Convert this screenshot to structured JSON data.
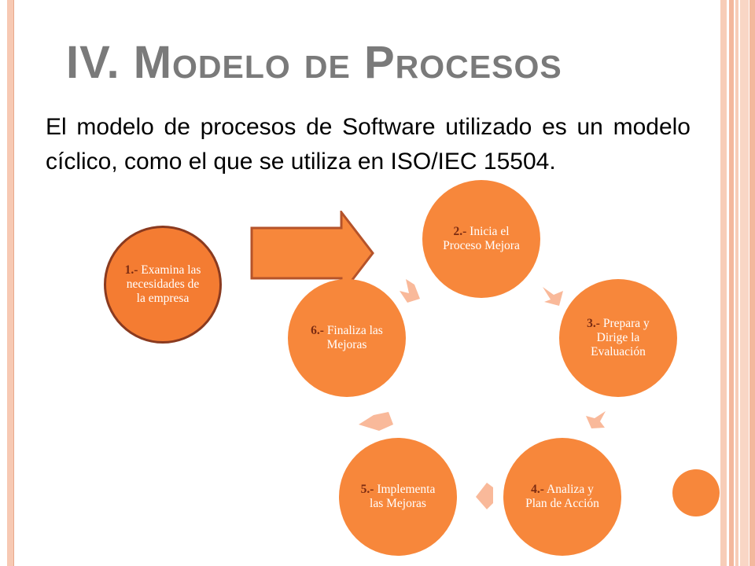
{
  "slide": {
    "title": "IV. Modelo de Procesos",
    "intro": "El modelo de procesos de Software utilizado es un modelo cíclico, como el que se utiliza en ISO/IEC 15504."
  },
  "steps": [
    {
      "num": "1.-",
      "text": "Examina las necesidades de la empresa"
    },
    {
      "num": "2.-",
      "text": "Inicia el Proceso Mejora"
    },
    {
      "num": "3.-",
      "text": "Prepara y Dirige la Evaluación"
    },
    {
      "num": "4.-",
      "text": "Analiza y Plan de Acción"
    },
    {
      "num": "5.-",
      "text": "Implementa las Mejoras"
    },
    {
      "num": "6.-",
      "text": "Finaliza las Mejoras"
    }
  ],
  "colors": {
    "node_fill": "#f7873b",
    "connector": "#f9b99a",
    "title": "#7a7a7a",
    "accent_border": "#8a3a1f"
  }
}
